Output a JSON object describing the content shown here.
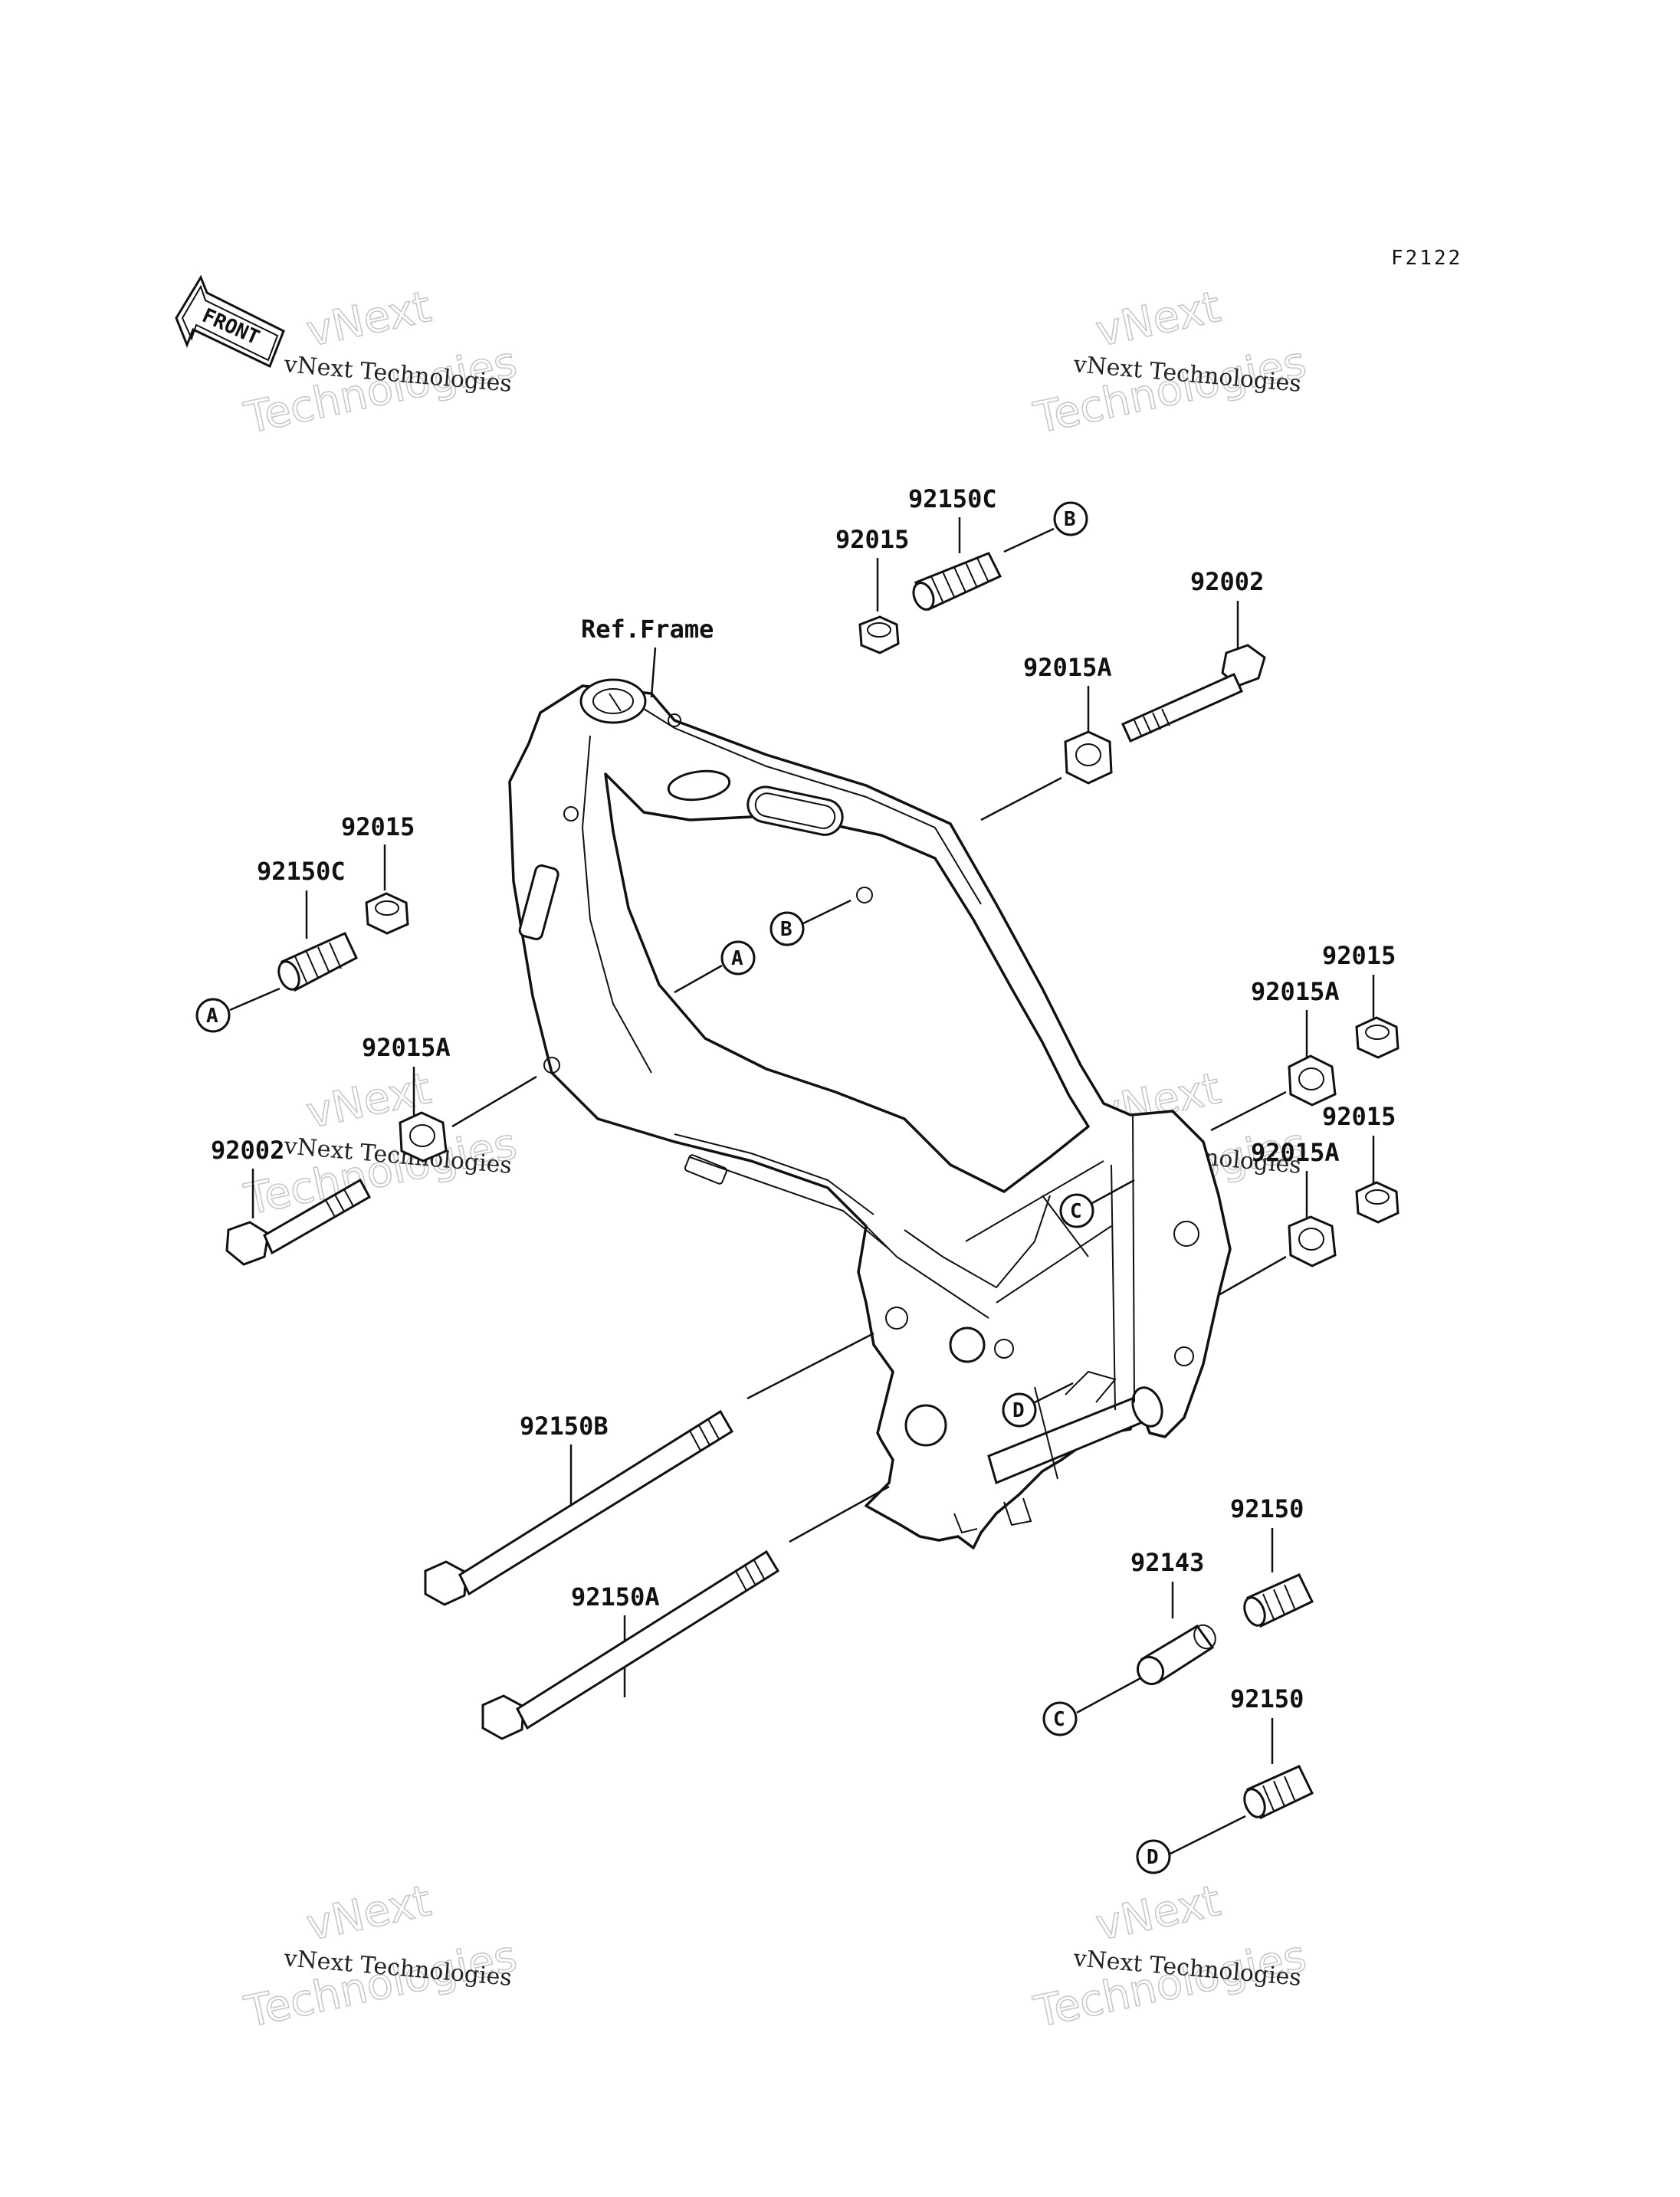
{
  "diagram_code": "F2122",
  "front_label": "FRONT",
  "watermark": {
    "line1": "vNext Technologies",
    "line2": "vNext",
    "line3": "Technologies"
  },
  "ref_frame_label": "Ref.Frame",
  "parts": {
    "p_92150C_top": "92150C",
    "p_92015_top": "92015",
    "p_92002_top": "92002",
    "p_92015A_top": "92015A",
    "p_92015_left": "92015",
    "p_92150C_left": "92150C",
    "p_92015A_left": "92015A",
    "p_92002_left": "92002",
    "p_92015_right1": "92015",
    "p_92015A_right1": "92015A",
    "p_92015_right2": "92015",
    "p_92015A_right2": "92015A",
    "p_92150B": "92150B",
    "p_92150A": "92150A",
    "p_92150_1": "92150",
    "p_92143": "92143",
    "p_92150_2": "92150"
  },
  "callouts": {
    "A": "A",
    "B": "B",
    "C": "C",
    "D": "D"
  }
}
